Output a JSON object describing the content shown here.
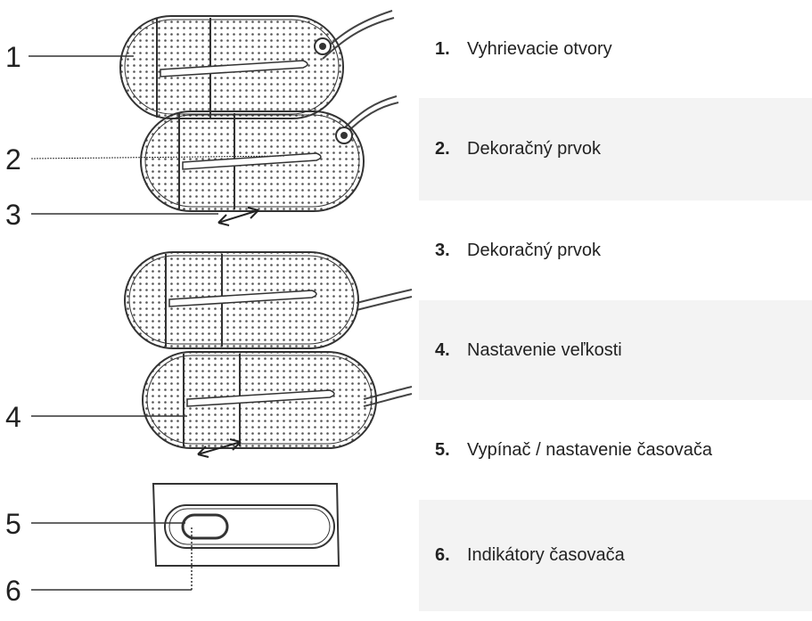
{
  "callouts": [
    "1",
    "2",
    "3",
    "4",
    "5",
    "6"
  ],
  "legend": [
    {
      "number": "1.",
      "text": "Vyhrievacie otvory"
    },
    {
      "number": "2.",
      "text": "Dekoračný prvok"
    },
    {
      "number": "3.",
      "text": "Dekoračný prvok"
    },
    {
      "number": "4.",
      "text": "Nastavenie veľkosti"
    },
    {
      "number": "5.",
      "text": "Vypínač / nastavenie časovača"
    },
    {
      "number": "6.",
      "text": "Indikátory časovača"
    }
  ],
  "colors": {
    "row_shade": "#f3f3f3",
    "line": "#333333",
    "text": "#222222"
  }
}
